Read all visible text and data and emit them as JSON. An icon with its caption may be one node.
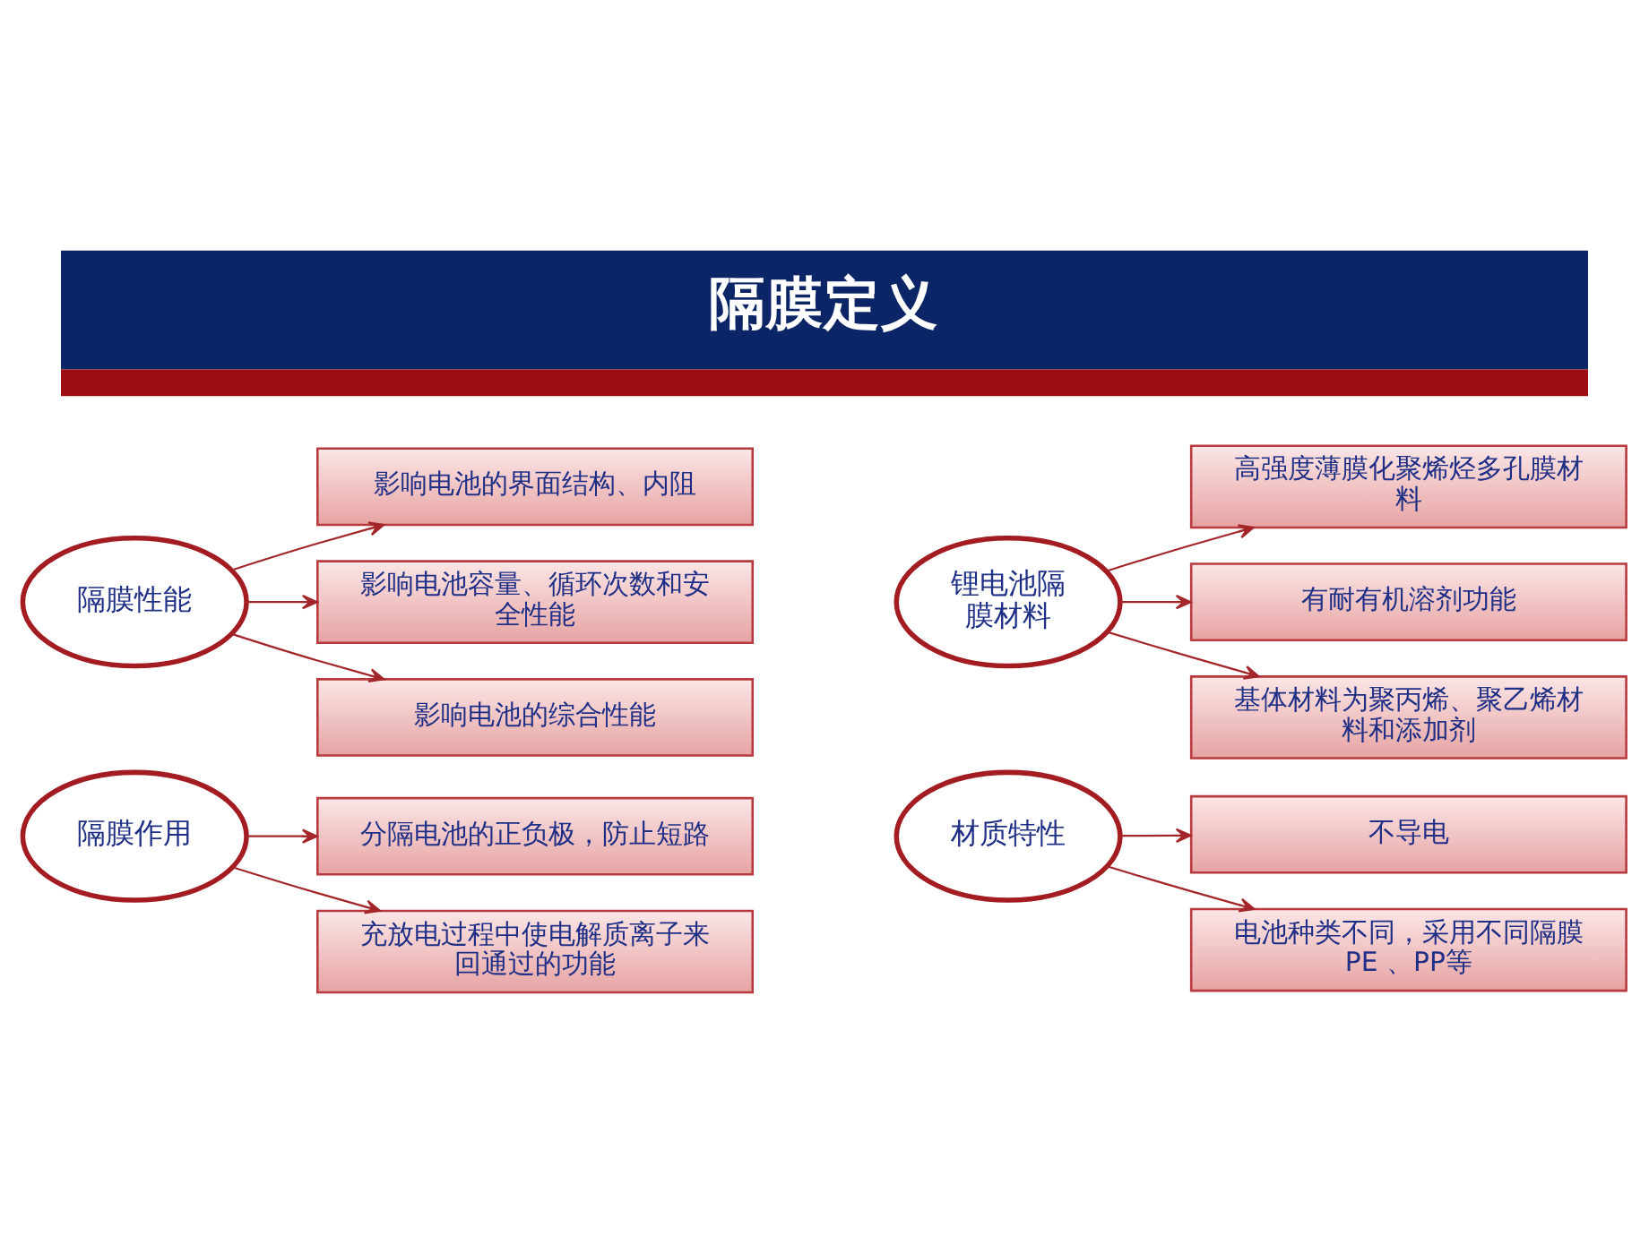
{
  "diagram": {
    "title": "隔膜定义",
    "nodes": [
      {
        "text": [
          "隔膜性能"
        ]
      },
      {
        "text": [
          "影响电池的界面结构、内阻"
        ]
      },
      {
        "text": [
          "影响电池容量、循环次数和安全性能"
        ]
      },
      {
        "text": [
          "影响电池的综合性能"
        ]
      },
      {
        "text": [
          "锂电池隔膜材料"
        ]
      },
      {
        "text": [
          "高强度薄膜化聚烯烃多孔膜材料"
        ]
      },
      {
        "text": [
          "有耐有机溶剂功能"
        ]
      },
      {
        "text": [
          "基体材料为聚丙烯、聚乙烯材料和添加剂"
        ]
      },
      {
        "text": [
          "隔膜作用"
        ]
      },
      {
        "text": [
          "分隔电池的正负极，防止短路"
        ]
      },
      {
        "text": [
          "充放电过程中使电解质离子来回通过的功能"
        ]
      },
      {
        "text": [
          "材质特性"
        ]
      },
      {
        "text": [
          "不导电"
        ]
      },
      {
        "text": [
          "电池种类不同，采用不同隔膜PE 、PP等"
        ]
      }
    ],
    "edges": [
      {
        "from": 0,
        "to": 1,
        "arrow": "to"
      },
      {
        "from": 0,
        "to": 2,
        "arrow": "to"
      },
      {
        "from": 0,
        "to": 3,
        "arrow": "to"
      },
      {
        "from": 4,
        "to": 5,
        "arrow": "to"
      },
      {
        "from": 4,
        "to": 6,
        "arrow": "to"
      },
      {
        "from": 4,
        "to": 7,
        "arrow": "to"
      },
      {
        "from": 8,
        "to": 9,
        "arrow": "to"
      },
      {
        "from": 8,
        "to": 10,
        "arrow": "to"
      },
      {
        "from": 11,
        "to": 12,
        "arrow": "to"
      },
      {
        "from": 11,
        "to": 13,
        "arrow": "to"
      }
    ]
  }
}
